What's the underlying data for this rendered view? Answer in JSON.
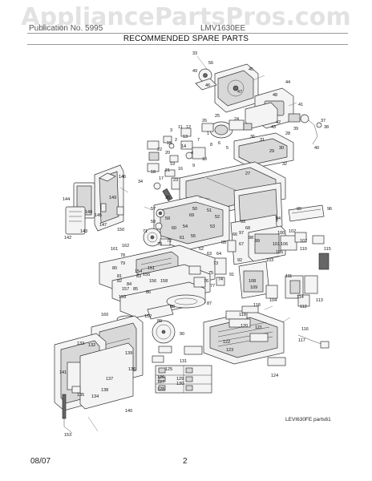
{
  "watermark": "AppliancePartsPros.com",
  "header": {
    "left": "Publication No. 5995",
    "right": "LMV1630EE",
    "title": "RECOMMENDED SPARE PARTS"
  },
  "diagram_ref": "LEVI630FE parts61",
  "footer": {
    "date": "08/07",
    "page": "2"
  },
  "callouts": {
    "c33": "33",
    "c56": "56",
    "c49": "49",
    "c46": "46",
    "c45": "45",
    "c44": "44",
    "c41": "41",
    "c37": "37",
    "c38": "38",
    "c39": "39",
    "c40": "40",
    "c42": "42",
    "c43": "43",
    "c47": "47",
    "c48": "48",
    "c24": "24",
    "c1": "1",
    "c2": "2",
    "c3": "3",
    "c4": "4",
    "c5": "5",
    "c6": "6",
    "c7": "7",
    "c8": "8",
    "c9": "9",
    "c10": "10",
    "c11": "11",
    "c12": "12",
    "c13": "13",
    "c14": "14",
    "c15": "15",
    "c16": "16",
    "c17": "17",
    "c18": "18",
    "c19": "19",
    "c20": "20",
    "c21": "21",
    "c22": "22",
    "c23": "23",
    "c25": "25",
    "c26": "26",
    "c27": "27",
    "c28": "28",
    "c29": "29",
    "c30": "30",
    "c31": "31",
    "c32": "32",
    "c34": "34",
    "c35": "35",
    "c36": "36",
    "c50": "50",
    "c51": "51",
    "c52": "52",
    "c53": "53",
    "c54": "54",
    "c55": "55",
    "c57": "57",
    "c58": "58",
    "c59": "59",
    "c60": "60",
    "c61": "61",
    "c62": "62",
    "c63": "63",
    "c64": "64",
    "c65": "65",
    "c66": "66",
    "c67": "67",
    "c68": "68",
    "c69": "69",
    "c70": "70",
    "c71": "71",
    "c72": "72",
    "c73": "73",
    "c74": "74",
    "c75": "75",
    "c76": "76",
    "c77": "77",
    "c78": "78",
    "c79": "79",
    "c80": "80",
    "c81": "81",
    "c82": "82",
    "c83": "83",
    "c84": "84",
    "c85": "85",
    "c86": "86",
    "c87": "87",
    "c88": "88",
    "c89": "89",
    "c90": "90",
    "c91": "91",
    "c92": "92",
    "c93": "93",
    "c94": "94",
    "c95": "95",
    "c96": "96",
    "c97": "97",
    "c98": "98",
    "c99": "99",
    "c100": "100",
    "c101": "101",
    "c102": "102",
    "c103": "103",
    "c104": "104",
    "c105": "105",
    "c106": "106",
    "c107": "107",
    "c108": "108",
    "c109": "109",
    "c110": "110",
    "c111": "111",
    "c112": "112",
    "c113": "113",
    "c114": "114",
    "c115": "115",
    "c116": "116",
    "c117": "117",
    "c118": "118",
    "c119": "119",
    "c120": "120",
    "c121": "121",
    "c122": "122",
    "c123": "123",
    "c124": "124",
    "c125": "125",
    "c126": "126",
    "c127": "127",
    "c128": "128",
    "c129": "129",
    "c130": "130",
    "c131": "131",
    "c132": "132",
    "c133": "133",
    "c134": "134",
    "c135": "135",
    "c136": "136",
    "c137": "137",
    "c138": "138",
    "c139": "139",
    "c140": "140",
    "c141": "141",
    "c142": "142",
    "c143": "143",
    "c144": "144",
    "c145": "145",
    "c146": "146",
    "c147": "147",
    "c148": "148",
    "c149": "149",
    "c150": "150",
    "c151": "151",
    "c152": "152",
    "c153": "153",
    "c154": "154",
    "c155": "155",
    "c156": "156",
    "c157": "157",
    "c158": "158",
    "c159": "159",
    "c160": "160",
    "c161": "161",
    "c162": "162"
  }
}
